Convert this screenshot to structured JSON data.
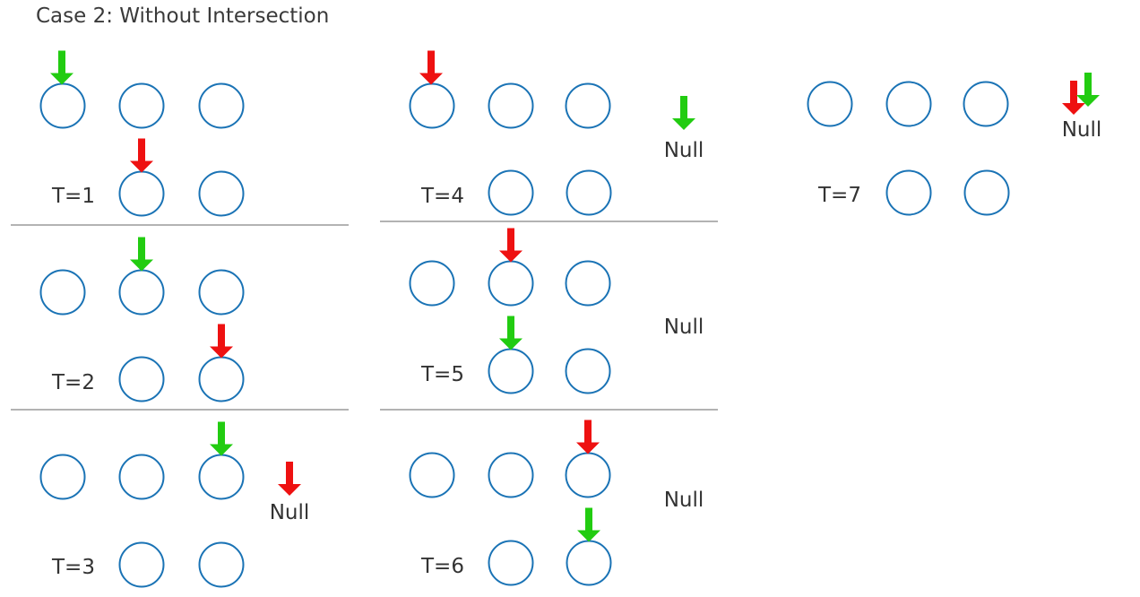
{
  "title": "Case 2: Without Intersection",
  "colors": {
    "node_stroke": "#1a73b5",
    "red_pointer": "#ee1111",
    "green_pointer": "#22cc11",
    "divider": "#9a9a9a",
    "text": "#333333"
  },
  "null_label": "Null",
  "steps": [
    {
      "label": "T=1",
      "red": "B2",
      "green": "A1"
    },
    {
      "label": "T=2",
      "red": "B3",
      "green": "A2"
    },
    {
      "label": "T=3",
      "red": "null",
      "green": "A3"
    },
    {
      "label": "T=4",
      "red": "A1",
      "green": "null"
    },
    {
      "label": "T=5",
      "red": "A2",
      "green": "B2"
    },
    {
      "label": "T=6",
      "red": "A3",
      "green": "B3"
    },
    {
      "label": "T=7",
      "red": "null",
      "green": "null"
    }
  ]
}
